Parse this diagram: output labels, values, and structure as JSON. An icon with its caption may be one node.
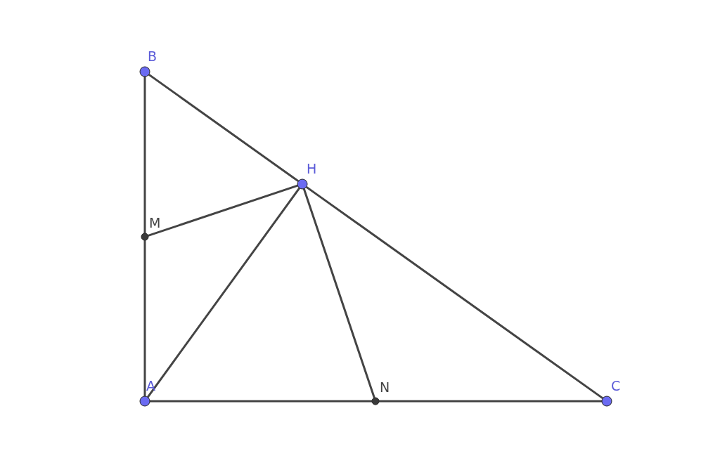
{
  "diagram": {
    "nodes": [
      {
        "text": [
          "B"
        ]
      },
      {
        "text": [
          "H"
        ]
      },
      {
        "text": [
          "M"
        ]
      },
      {
        "text": [
          "A"
        ]
      },
      {
        "text": [
          "N"
        ]
      },
      {
        "text": [
          "C"
        ]
      }
    ],
    "edges": [
      {
        "from": 0,
        "to": 2,
        "arrow": "none"
      },
      {
        "from": 2,
        "to": 3,
        "arrow": "none"
      },
      {
        "from": 0,
        "to": 1,
        "arrow": "none"
      },
      {
        "from": 1,
        "to": 5,
        "arrow": "none"
      },
      {
        "from": 2,
        "to": 1,
        "arrow": "none"
      },
      {
        "from": 3,
        "to": 1,
        "arrow": "none"
      },
      {
        "from": 1,
        "to": 4,
        "arrow": "none"
      },
      {
        "from": 3,
        "to": 4,
        "arrow": "none"
      },
      {
        "from": 4,
        "to": 5,
        "arrow": "none"
      }
    ]
  }
}
